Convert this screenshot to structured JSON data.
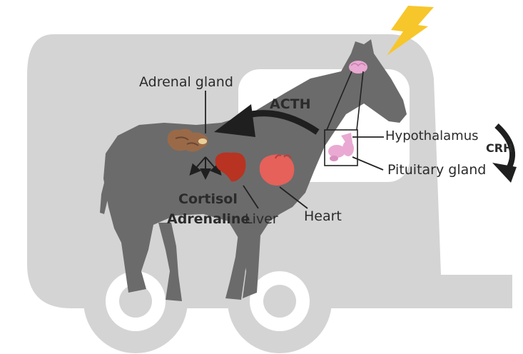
{
  "labels": {
    "adrenal_gland": "Adrenal gland",
    "acth": "ACTH",
    "hypothalamus": "Hypothalamus",
    "crh": "CRH",
    "pituitary_gland": "Pituitary gland",
    "cortisol": "Cortisol",
    "adrenaline": "Adrenaline",
    "liver": "Liver",
    "heart": "Heart"
  },
  "colors": {
    "trailer": "#d4d4d4",
    "horse": "#6b6b6b",
    "lightning": "#f7c62a",
    "brain": "#e9a9d2",
    "liver": "#b83321",
    "heart": "#e5615a",
    "adrenal": "#9a6a48",
    "arrow": "#1f1f1f"
  }
}
